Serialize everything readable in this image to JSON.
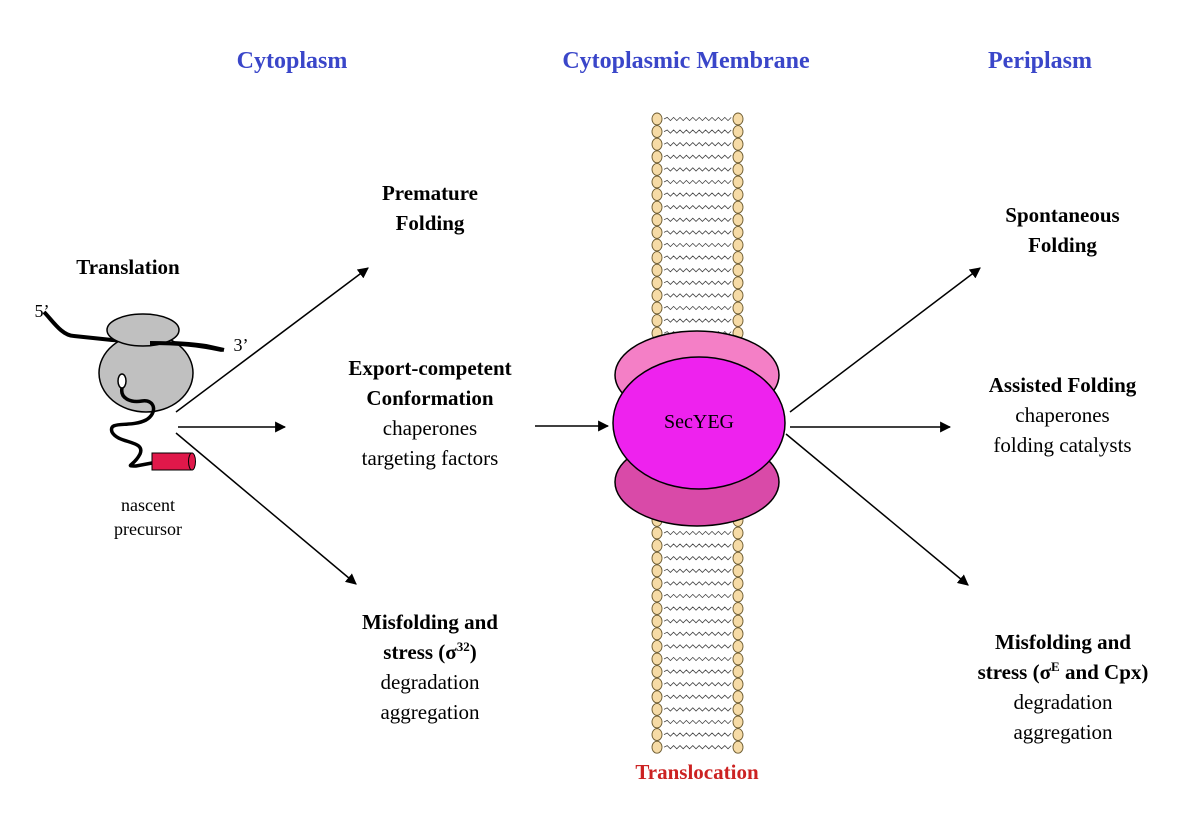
{
  "headers": {
    "left": "Cytoplasm",
    "center": "Cytoplasmic Membrane",
    "right": "Periplasm"
  },
  "translation": {
    "title": "Translation",
    "five_prime": "5’",
    "three_prime": "3’",
    "label_line1": "nascent",
    "label_line2": "precursor"
  },
  "cytoplasm": {
    "premature": {
      "line1": "Premature",
      "line2": "Folding"
    },
    "export": {
      "line1": "Export-competent",
      "line2": "Conformation",
      "line3": "chaperones",
      "line4": "targeting factors"
    },
    "misfold": {
      "line1": "Misfolding and",
      "line2_prefix": "stress (",
      "line2_sigma": "σ",
      "line2_sup": "32",
      "line2_suffix": ")",
      "line3": "degradation",
      "line4": "aggregation"
    }
  },
  "membrane": {
    "channel": "SecYEG",
    "process": "Translocation"
  },
  "periplasm": {
    "spontaneous": {
      "line1": "Spontaneous",
      "line2": "Folding"
    },
    "assisted": {
      "line1": "Assisted Folding",
      "line2": "chaperones",
      "line3": "folding catalysts"
    },
    "misfold": {
      "line1": "Misfolding and",
      "line2_prefix": "stress (",
      "line2_sigma": "σ",
      "line2_sup": "E",
      "line2_suffix": " and Cpx)",
      "line3": "degradation",
      "line4": "aggregation"
    }
  },
  "colors": {
    "header": "#3a46c9",
    "translocation": "#cc2222",
    "ribosome": "#c0c0c0",
    "signal_peptide": "#e0184a",
    "secyeg_top": "#f47fc6",
    "secyeg_center": "#ee22ee",
    "secyeg_bottom": "#d94aa8",
    "lipid_head": "#f6dba6"
  }
}
